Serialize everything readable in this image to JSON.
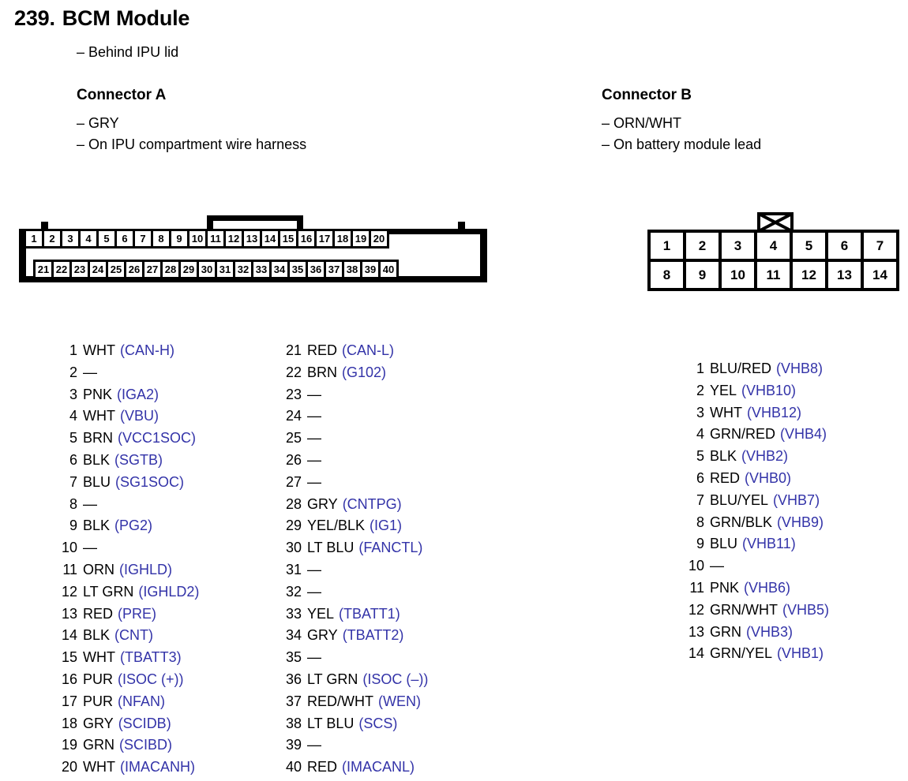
{
  "header": {
    "number": "239.",
    "title": "BCM Module",
    "subtitle": "– Behind IPU lid"
  },
  "connector_a": {
    "heading": "Connector A",
    "color_line": "– GRY",
    "location_line": "– On IPU compartment wire harness",
    "diagram": {
      "top_row": [
        "1",
        "2",
        "3",
        "4",
        "5",
        "6",
        "7",
        "8",
        "9",
        "10",
        "11",
        "12",
        "13",
        "14",
        "15",
        "16",
        "17",
        "18",
        "19",
        "20"
      ],
      "bottom_row": [
        "21",
        "22",
        "23",
        "24",
        "25",
        "26",
        "27",
        "28",
        "29",
        "30",
        "31",
        "32",
        "33",
        "34",
        "35",
        "36",
        "37",
        "38",
        "39",
        "40"
      ]
    },
    "pins_col1": [
      {
        "num": "1",
        "wire": "WHT",
        "signal": "(CAN-H)"
      },
      {
        "num": "2",
        "wire": "—",
        "signal": ""
      },
      {
        "num": "3",
        "wire": "PNK",
        "signal": "(IGA2)"
      },
      {
        "num": "4",
        "wire": "WHT",
        "signal": "(VBU)"
      },
      {
        "num": "5",
        "wire": "BRN",
        "signal": "(VCC1SOC)"
      },
      {
        "num": "6",
        "wire": "BLK",
        "signal": "(SGTB)"
      },
      {
        "num": "7",
        "wire": "BLU",
        "signal": "(SG1SOC)"
      },
      {
        "num": "8",
        "wire": "—",
        "signal": ""
      },
      {
        "num": "9",
        "wire": "BLK",
        "signal": "(PG2)"
      },
      {
        "num": "10",
        "wire": "—",
        "signal": ""
      },
      {
        "num": "11",
        "wire": "ORN",
        "signal": "(IGHLD)"
      },
      {
        "num": "12",
        "wire": "LT GRN",
        "signal": "(IGHLD2)"
      },
      {
        "num": "13",
        "wire": "RED",
        "signal": "(PRE)"
      },
      {
        "num": "14",
        "wire": "BLK",
        "signal": "(CNT)"
      },
      {
        "num": "15",
        "wire": "WHT",
        "signal": "(TBATT3)"
      },
      {
        "num": "16",
        "wire": "PUR",
        "signal": "(ISOC (+))"
      },
      {
        "num": "17",
        "wire": "PUR",
        "signal": "(NFAN)"
      },
      {
        "num": "18",
        "wire": "GRY",
        "signal": "(SCIDB)"
      },
      {
        "num": "19",
        "wire": "GRN",
        "signal": "(SCIBD)"
      },
      {
        "num": "20",
        "wire": "WHT",
        "signal": "(IMACANH)"
      }
    ],
    "pins_col2": [
      {
        "num": "21",
        "wire": "RED",
        "signal": "(CAN-L)"
      },
      {
        "num": "22",
        "wire": "BRN",
        "signal": "(G102)"
      },
      {
        "num": "23",
        "wire": "—",
        "signal": ""
      },
      {
        "num": "24",
        "wire": "—",
        "signal": ""
      },
      {
        "num": "25",
        "wire": "—",
        "signal": ""
      },
      {
        "num": "26",
        "wire": "—",
        "signal": ""
      },
      {
        "num": "27",
        "wire": "—",
        "signal": ""
      },
      {
        "num": "28",
        "wire": "GRY",
        "signal": "(CNTPG)"
      },
      {
        "num": "29",
        "wire": "YEL/BLK",
        "signal": "(IG1)"
      },
      {
        "num": "30",
        "wire": "LT BLU",
        "signal": "(FANCTL)"
      },
      {
        "num": "31",
        "wire": "—",
        "signal": ""
      },
      {
        "num": "32",
        "wire": "—",
        "signal": ""
      },
      {
        "num": "33",
        "wire": "YEL",
        "signal": "(TBATT1)"
      },
      {
        "num": "34",
        "wire": "GRY",
        "signal": "(TBATT2)"
      },
      {
        "num": "35",
        "wire": "—",
        "signal": ""
      },
      {
        "num": "36",
        "wire": "LT GRN",
        "signal": "(ISOC (–))"
      },
      {
        "num": "37",
        "wire": "RED/WHT",
        "signal": "(WEN)"
      },
      {
        "num": "38",
        "wire": "LT BLU",
        "signal": "(SCS)"
      },
      {
        "num": "39",
        "wire": "—",
        "signal": ""
      },
      {
        "num": "40",
        "wire": "RED",
        "signal": "(IMACANL)"
      }
    ]
  },
  "connector_b": {
    "heading": "Connector B",
    "color_line": "– ORN/WHT",
    "location_line": "– On battery module lead",
    "diagram": {
      "top_row": [
        "1",
        "2",
        "3",
        "4",
        "5",
        "6",
        "7"
      ],
      "bottom_row": [
        "8",
        "9",
        "10",
        "11",
        "12",
        "13",
        "14"
      ],
      "tab_icon": "bowtie-keyway-icon"
    },
    "pins": [
      {
        "num": "1",
        "wire": "BLU/RED",
        "signal": "(VHB8)"
      },
      {
        "num": "2",
        "wire": "YEL",
        "signal": "(VHB10)"
      },
      {
        "num": "3",
        "wire": "WHT",
        "signal": "(VHB12)"
      },
      {
        "num": "4",
        "wire": "GRN/RED",
        "signal": "(VHB4)"
      },
      {
        "num": "5",
        "wire": "BLK",
        "signal": "(VHB2)"
      },
      {
        "num": "6",
        "wire": "RED",
        "signal": "(VHB0)"
      },
      {
        "num": "7",
        "wire": "BLU/YEL",
        "signal": "(VHB7)"
      },
      {
        "num": "8",
        "wire": "GRN/BLK",
        "signal": "(VHB9)"
      },
      {
        "num": "9",
        "wire": "BLU",
        "signal": "(VHB11)"
      },
      {
        "num": "10",
        "wire": "—",
        "signal": ""
      },
      {
        "num": "11",
        "wire": "PNK",
        "signal": "(VHB6)"
      },
      {
        "num": "12",
        "wire": "GRN/WHT",
        "signal": "(VHB5)"
      },
      {
        "num": "13",
        "wire": "GRN",
        "signal": "(VHB3)"
      },
      {
        "num": "14",
        "wire": "GRN/YEL",
        "signal": "(VHB1)"
      }
    ]
  },
  "colors": {
    "signal_blue": "#3333a8",
    "text_black": "#000000",
    "background": "#ffffff"
  }
}
